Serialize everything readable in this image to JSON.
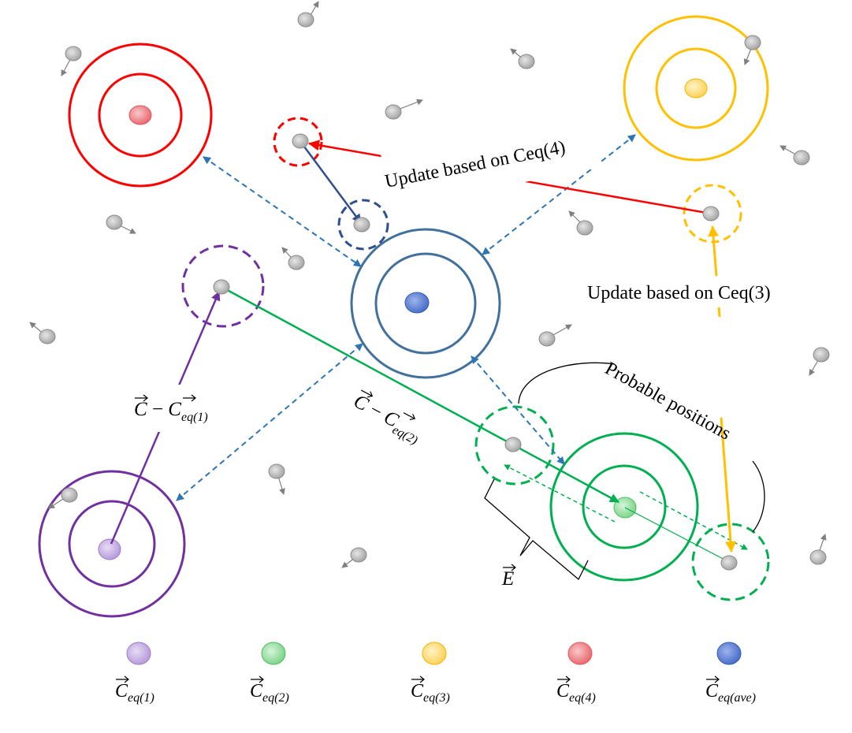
{
  "labels": {
    "update_ceq4": "Update based on Ceq(4)",
    "update_ceq3": "Update based on Ceq(3)",
    "probable_positions": "Probable positions",
    "c_minus_ceq1": {
      "base": "C",
      "minus": " − ",
      "sym": "C",
      "sub": "eq(1)"
    },
    "c_minus_ceq2": {
      "base": "C",
      "minus": " − ",
      "sym": "C",
      "sub": "eq(2)"
    },
    "e_vector": "E"
  },
  "legend": [
    {
      "sym": "C",
      "sub": "eq(1)",
      "color": "#c9b3e6"
    },
    {
      "sym": "C",
      "sub": "eq(2)",
      "color": "#9fe0a8"
    },
    {
      "sym": "C",
      "sub": "eq(3)",
      "color": "#ffe08a"
    },
    {
      "sym": "C",
      "sub": "eq(4)",
      "color": "#f0858a"
    },
    {
      "sym": "C",
      "sub": "eq(ave)",
      "color": "#5a7fd6"
    }
  ],
  "colors": {
    "purple": "#7030a0",
    "green": "#00b050",
    "yellow": "#ffc000",
    "red": "#ff0000",
    "steel": "#41719c",
    "dashed_blue": "#2e75b6",
    "particle": "#bfbfbf",
    "arrow_gray": "#7f7f7f"
  }
}
